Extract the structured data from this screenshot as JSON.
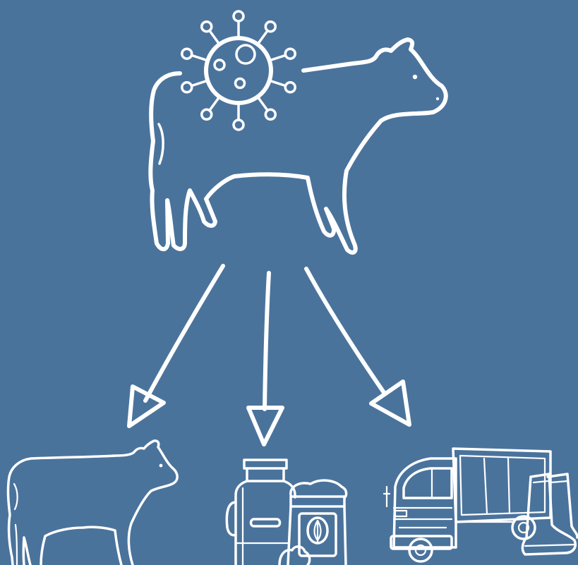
{
  "diagram": {
    "background_color": "#4a739c",
    "line_color": "#ffffff",
    "nodes": [
      {
        "id": "infected-cow",
        "icon": "cow-with-virus-icon"
      },
      {
        "id": "other-cattle",
        "icon": "cow-icon"
      },
      {
        "id": "milk-and-feed",
        "icon": "milk-can-and-feed-bag-icon"
      },
      {
        "id": "vehicles-and-equipment",
        "icon": "truck-and-boots-icon"
      }
    ],
    "edges": [
      {
        "from": "infected-cow",
        "to": "other-cattle"
      },
      {
        "from": "infected-cow",
        "to": "milk-and-feed"
      },
      {
        "from": "infected-cow",
        "to": "vehicles-and-equipment"
      }
    ]
  }
}
